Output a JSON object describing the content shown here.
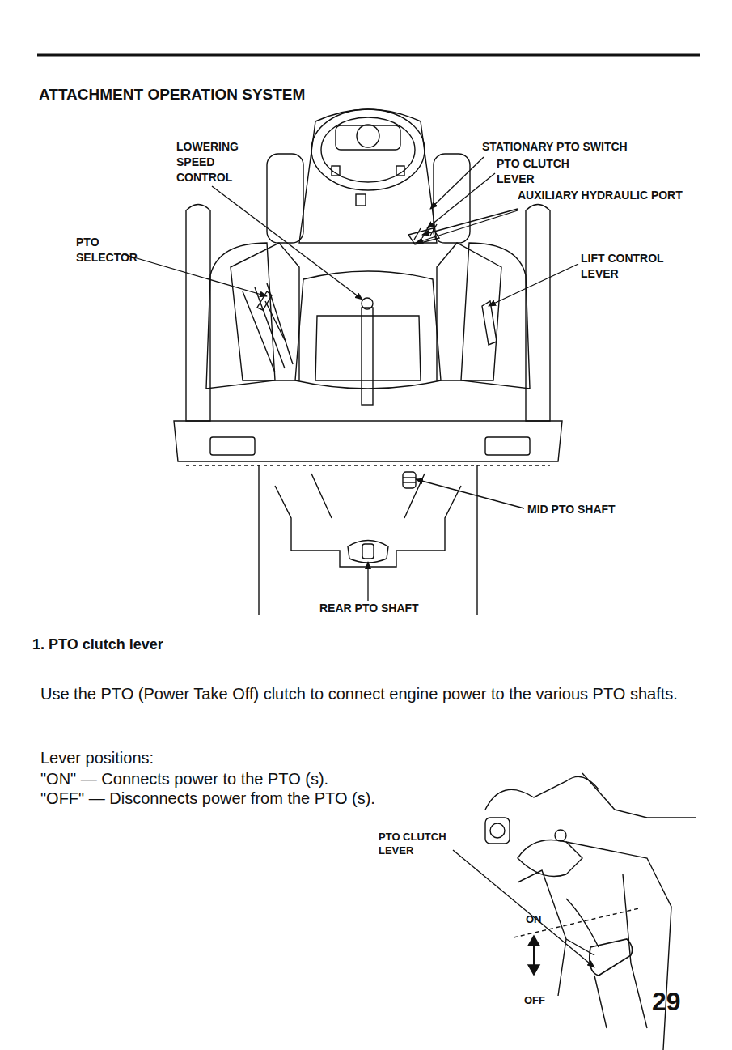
{
  "diagram": {
    "title": "ATTACHMENT OPERATION SYSTEM",
    "labels": [
      "LOWERING SPEED CONTROL",
      "STATIONARY PTO SWITCH",
      "PTO CLUTCH LEVER",
      "AUXILIARY HYDRAULIC PORT",
      "PTO SELECTOR",
      "LIFT CONTROL LEVER",
      "MID PTO SHAFT",
      "REAR PTO SHAFT",
      "1. PTO clutch lever",
      "Use the PTO (Power Take Off) clutch to connect engine power to the various PTO shafts.",
      "Lever positions:",
      "\"ON\" — Connects power to the PTO (s).",
      "\"OFF\" — Disconnects power from the PTO (s).",
      "PTO CLUTCH LEVER",
      "ON",
      "OFF",
      "29"
    ]
  }
}
